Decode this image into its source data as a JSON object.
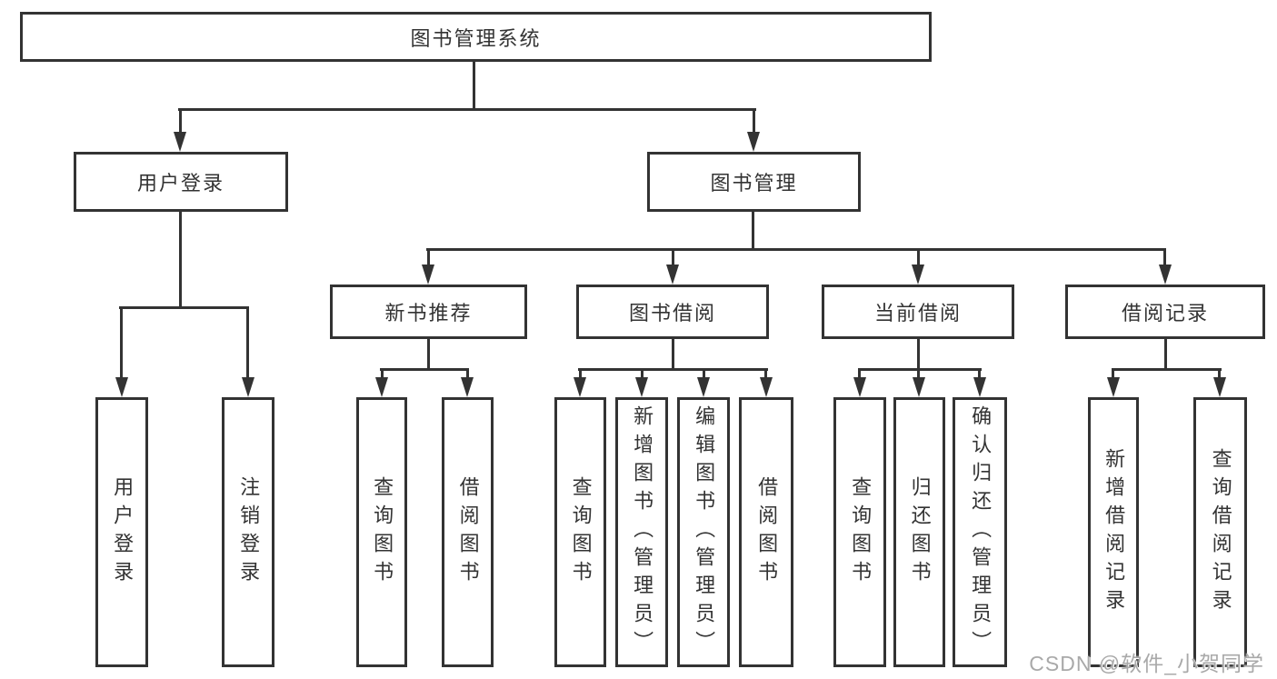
{
  "tree": {
    "root": {
      "label": "图书管理系统",
      "children": [
        {
          "label": "用户登录",
          "children": [
            {
              "label": "用户登录"
            },
            {
              "label": "注销登录"
            }
          ]
        },
        {
          "label": "图书管理",
          "children": [
            {
              "label": "新书推荐",
              "children": [
                {
                  "label": "查询图书"
                },
                {
                  "label": "借阅图书"
                }
              ]
            },
            {
              "label": "图书借阅",
              "children": [
                {
                  "label": "查询图书"
                },
                {
                  "label": "新增图书（管理员）"
                },
                {
                  "label": "编辑图书（管理员）"
                },
                {
                  "label": "借阅图书"
                }
              ]
            },
            {
              "label": "当前借阅",
              "children": [
                {
                  "label": "查询图书"
                },
                {
                  "label": "归还图书"
                },
                {
                  "label": "确认归还（管理员）"
                }
              ]
            },
            {
              "label": "借阅记录",
              "children": [
                {
                  "label": "新增借阅记录"
                },
                {
                  "label": "查询借阅记录"
                }
              ]
            }
          ]
        }
      ]
    }
  },
  "watermark": {
    "text": "CSDN @软件_小贺同学"
  },
  "colors": {
    "line": "#333333",
    "box_fill": "#ffffff",
    "text": "#333333",
    "watermark": "#a9a9a9"
  }
}
